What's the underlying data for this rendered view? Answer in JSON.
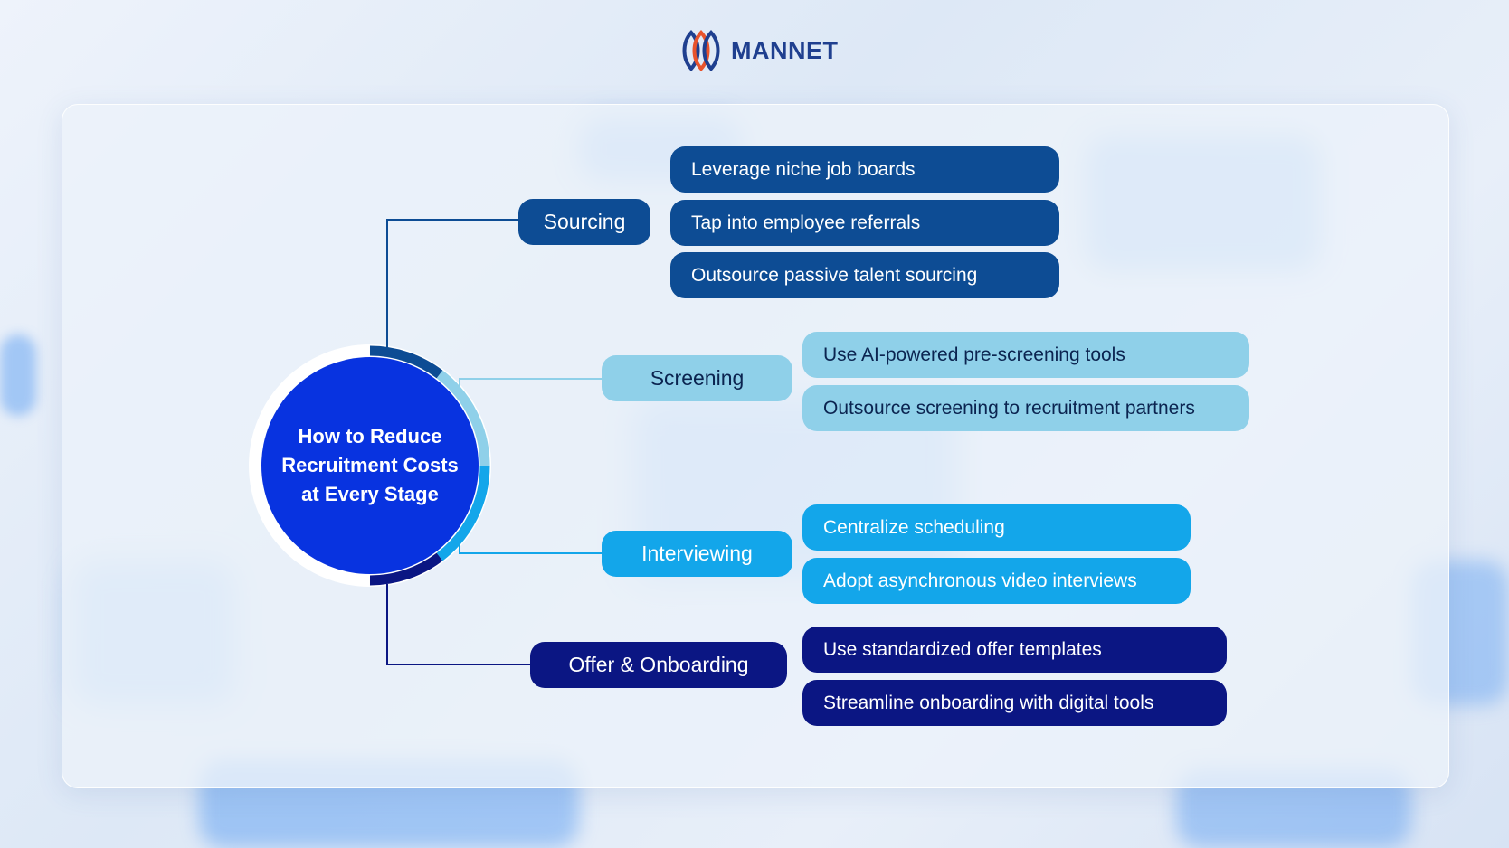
{
  "brand": {
    "name": "MANNET",
    "colors": {
      "primary": "#1f3f8f",
      "accent": "#e8532c"
    }
  },
  "hub": {
    "title": "How to Reduce\nRecruitment Costs\nat Every Stage",
    "color": "#0833e0"
  },
  "stages": [
    {
      "label": "Sourcing",
      "color": "#0d4c94",
      "items": [
        "Leverage niche job boards",
        "Tap into employee referrals",
        "Outsource passive talent sourcing"
      ]
    },
    {
      "label": "Screening",
      "color": "#8fd0e9",
      "items": [
        "Use AI-powered pre-screening tools",
        "Outsource screening to recruitment partners"
      ]
    },
    {
      "label": "Interviewing",
      "color": "#13a6ea",
      "items": [
        "Centralize scheduling",
        "Adopt asynchronous video interviews"
      ]
    },
    {
      "label": "Offer & Onboarding",
      "color": "#0b1683",
      "items": [
        "Use standardized offer templates",
        "Streamline onboarding with digital tools"
      ]
    }
  ]
}
